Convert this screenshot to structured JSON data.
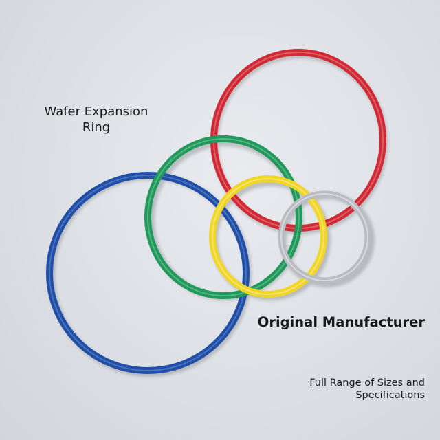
{
  "texts": {
    "title_line1": "Wafer Expansion",
    "title_line2": "Ring",
    "tagline": "Original Manufacturer",
    "note_line1": "Full Range of Sizes and",
    "note_line2": "Specifications"
  },
  "rings": [
    {
      "name": "red-ring",
      "color": "#d12a35"
    },
    {
      "name": "blue-ring",
      "color": "#1f4fa8"
    },
    {
      "name": "green-ring",
      "color": "#1f9a5a"
    },
    {
      "name": "yellow-ring",
      "color": "#f2d625"
    },
    {
      "name": "silver-ring",
      "color": "#b9bcc2"
    }
  ]
}
